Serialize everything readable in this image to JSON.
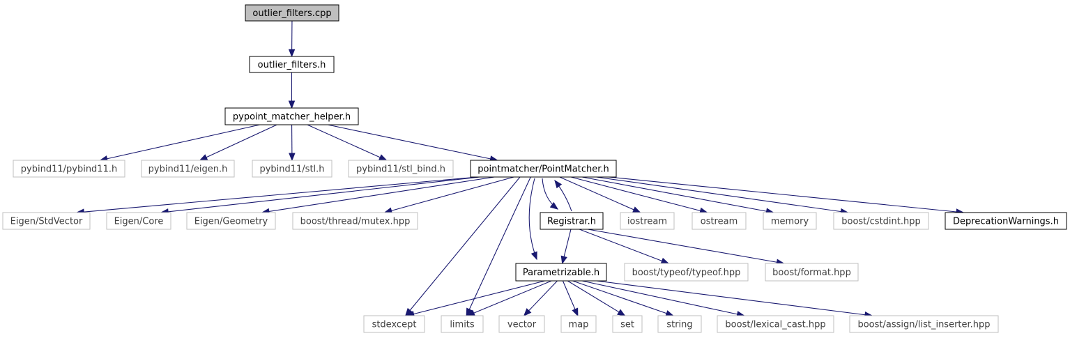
{
  "colors": {
    "edge": "#191970",
    "documented_border": "#000000",
    "undocumented_border": "#bfbfbf",
    "documented_text": "#000000",
    "undocumented_text": "#404040",
    "highlight_fill": "#bfbfbf",
    "node_fill": "#ffffff"
  },
  "nodes": [
    {
      "id": "outlier_filters_cpp",
      "label": "outlier_filters.cpp",
      "kind": "highlight"
    },
    {
      "id": "outlier_filters_h",
      "label": "outlier_filters.h",
      "kind": "documented"
    },
    {
      "id": "pypoint_matcher_helper_h",
      "label": "pypoint_matcher_helper.h",
      "kind": "documented"
    },
    {
      "id": "pybind11_pybind11_h",
      "label": "pybind11/pybind11.h",
      "kind": "external"
    },
    {
      "id": "pybind11_eigen_h",
      "label": "pybind11/eigen.h",
      "kind": "external"
    },
    {
      "id": "pybind11_stl_h",
      "label": "pybind11/stl.h",
      "kind": "external"
    },
    {
      "id": "pybind11_stl_bind_h",
      "label": "pybind11/stl_bind.h",
      "kind": "external"
    },
    {
      "id": "pointmatcher_h",
      "label": "pointmatcher/PointMatcher.h",
      "kind": "documented"
    },
    {
      "id": "eigen_stdvector",
      "label": "Eigen/StdVector",
      "kind": "external"
    },
    {
      "id": "eigen_core",
      "label": "Eigen/Core",
      "kind": "external"
    },
    {
      "id": "eigen_geometry",
      "label": "Eigen/Geometry",
      "kind": "external"
    },
    {
      "id": "boost_thread_mutex",
      "label": "boost/thread/mutex.hpp",
      "kind": "external"
    },
    {
      "id": "registrar_h",
      "label": "Registrar.h",
      "kind": "documented"
    },
    {
      "id": "iostream",
      "label": "iostream",
      "kind": "external"
    },
    {
      "id": "ostream",
      "label": "ostream",
      "kind": "external"
    },
    {
      "id": "memory",
      "label": "memory",
      "kind": "external"
    },
    {
      "id": "boost_cstdint",
      "label": "boost/cstdint.hpp",
      "kind": "external"
    },
    {
      "id": "deprecation_warnings_h",
      "label": "DeprecationWarnings.h",
      "kind": "documented"
    },
    {
      "id": "parametrizable_h",
      "label": "Parametrizable.h",
      "kind": "documented"
    },
    {
      "id": "boost_typeof",
      "label": "boost/typeof/typeof.hpp",
      "kind": "external"
    },
    {
      "id": "boost_format",
      "label": "boost/format.hpp",
      "kind": "external"
    },
    {
      "id": "stdexcept",
      "label": "stdexcept",
      "kind": "external"
    },
    {
      "id": "limits",
      "label": "limits",
      "kind": "external"
    },
    {
      "id": "vector",
      "label": "vector",
      "kind": "external"
    },
    {
      "id": "map",
      "label": "map",
      "kind": "external"
    },
    {
      "id": "set",
      "label": "set",
      "kind": "external"
    },
    {
      "id": "string",
      "label": "string",
      "kind": "external"
    },
    {
      "id": "boost_lexical_cast",
      "label": "boost/lexical_cast.hpp",
      "kind": "external"
    },
    {
      "id": "boost_assign_list_inserter",
      "label": "boost/assign/list_inserter.hpp",
      "kind": "external"
    }
  ],
  "edges": [
    {
      "from": "outlier_filters_cpp",
      "to": "outlier_filters_h"
    },
    {
      "from": "outlier_filters_h",
      "to": "pypoint_matcher_helper_h"
    },
    {
      "from": "pypoint_matcher_helper_h",
      "to": "pybind11_pybind11_h"
    },
    {
      "from": "pypoint_matcher_helper_h",
      "to": "pybind11_eigen_h"
    },
    {
      "from": "pypoint_matcher_helper_h",
      "to": "pybind11_stl_h"
    },
    {
      "from": "pypoint_matcher_helper_h",
      "to": "pybind11_stl_bind_h"
    },
    {
      "from": "pypoint_matcher_helper_h",
      "to": "pointmatcher_h"
    },
    {
      "from": "pointmatcher_h",
      "to": "eigen_stdvector"
    },
    {
      "from": "pointmatcher_h",
      "to": "eigen_core"
    },
    {
      "from": "pointmatcher_h",
      "to": "eigen_geometry"
    },
    {
      "from": "pointmatcher_h",
      "to": "boost_thread_mutex"
    },
    {
      "from": "pointmatcher_h",
      "to": "stdexcept"
    },
    {
      "from": "pointmatcher_h",
      "to": "limits"
    },
    {
      "from": "pointmatcher_h",
      "to": "parametrizable_h"
    },
    {
      "from": "pointmatcher_h",
      "to": "registrar_h"
    },
    {
      "from": "registrar_h",
      "to": "pointmatcher_h"
    },
    {
      "from": "pointmatcher_h",
      "to": "iostream"
    },
    {
      "from": "pointmatcher_h",
      "to": "ostream"
    },
    {
      "from": "pointmatcher_h",
      "to": "memory"
    },
    {
      "from": "pointmatcher_h",
      "to": "boost_cstdint"
    },
    {
      "from": "pointmatcher_h",
      "to": "deprecation_warnings_h"
    },
    {
      "from": "registrar_h",
      "to": "parametrizable_h"
    },
    {
      "from": "registrar_h",
      "to": "boost_typeof"
    },
    {
      "from": "registrar_h",
      "to": "boost_format"
    },
    {
      "from": "parametrizable_h",
      "to": "stdexcept"
    },
    {
      "from": "parametrizable_h",
      "to": "limits"
    },
    {
      "from": "parametrizable_h",
      "to": "vector"
    },
    {
      "from": "parametrizable_h",
      "to": "map"
    },
    {
      "from": "parametrizable_h",
      "to": "set"
    },
    {
      "from": "parametrizable_h",
      "to": "string"
    },
    {
      "from": "parametrizable_h",
      "to": "boost_lexical_cast"
    },
    {
      "from": "parametrizable_h",
      "to": "boost_assign_list_inserter"
    }
  ]
}
